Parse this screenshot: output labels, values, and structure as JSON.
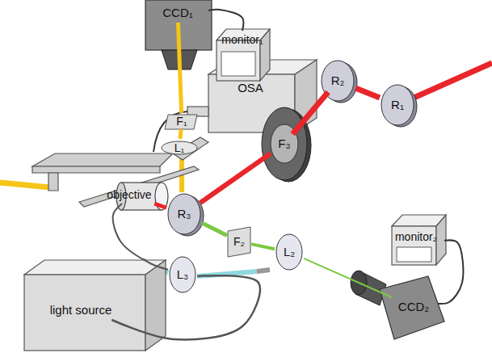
{
  "diagram": {
    "nodes": [
      {
        "text": [
          "CCD₁"
        ]
      },
      {
        "text": [
          "monitor₁"
        ]
      },
      {
        "text": [
          "OSA"
        ]
      },
      {
        "text": [
          "F₁"
        ]
      },
      {
        "text": [
          "L₁"
        ]
      },
      {
        "text": [
          "objective"
        ]
      },
      {
        "text": [
          "R₂"
        ]
      },
      {
        "text": [
          "R₁"
        ]
      },
      {
        "text": [
          "F₃"
        ]
      },
      {
        "text": [
          "R₃"
        ]
      },
      {
        "text": [
          "F₂"
        ]
      },
      {
        "text": [
          "L₂"
        ]
      },
      {
        "text": [
          "monitor₂"
        ]
      },
      {
        "text": [
          "L₃"
        ]
      },
      {
        "text": [
          "CCD₂"
        ]
      },
      {
        "text": [
          "light source"
        ]
      }
    ],
    "edges": [
      {
        "from": 7,
        "to": 6,
        "arrow": "none"
      },
      {
        "from": 6,
        "to": 8,
        "arrow": "none"
      },
      {
        "from": 8,
        "to": 9,
        "arrow": "none"
      },
      {
        "from": 9,
        "to": 5,
        "arrow": "none"
      },
      {
        "from": 9,
        "to": 10,
        "arrow": "none"
      },
      {
        "from": 10,
        "to": 11,
        "arrow": "none"
      },
      {
        "from": 11,
        "to": 14,
        "arrow": "none"
      },
      {
        "from": 4,
        "to": 3,
        "arrow": "none"
      },
      {
        "from": 3,
        "to": 0,
        "arrow": "none"
      },
      {
        "from": 0,
        "to": 1,
        "arrow": "none"
      },
      {
        "from": 15,
        "to": 13,
        "arrow": "none"
      },
      {
        "from": 13,
        "to": 5,
        "arrow": "none"
      },
      {
        "from": 12,
        "to": 14,
        "arrow": "none"
      }
    ]
  }
}
